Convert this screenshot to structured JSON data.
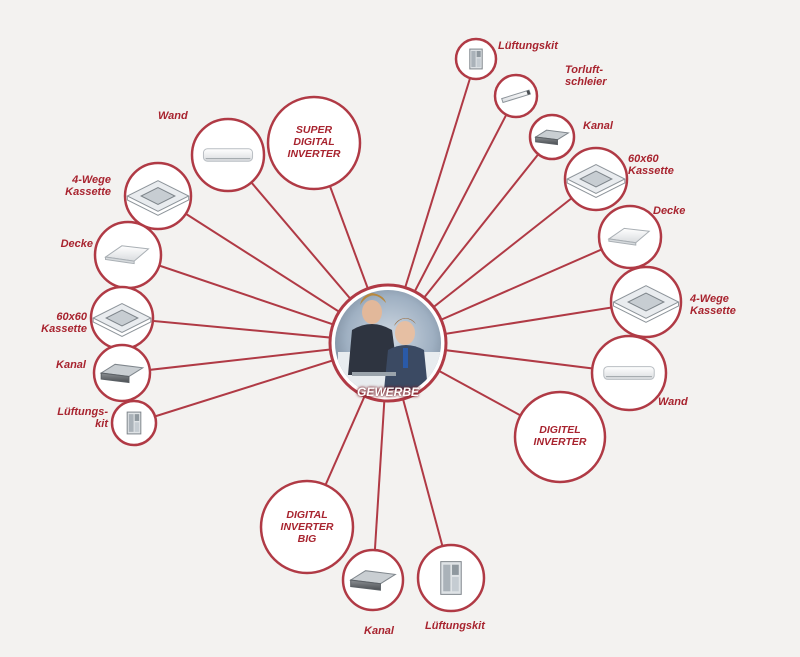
{
  "center": {
    "label": "GEWERBE"
  },
  "categories": [
    {
      "id": "super",
      "label": "SUPER\nDIGITAL\nINVERTER"
    },
    {
      "id": "digitel",
      "label": "DIGITEL\nINVERTER"
    },
    {
      "id": "big",
      "label": "DIGITAL\nINVERTER\nBIG"
    }
  ],
  "products": [
    {
      "id": "wand-l",
      "label": "Wand",
      "icon": "wall-unit-icon"
    },
    {
      "id": "kassette4-l",
      "label": "4-Wege\nKassette",
      "icon": "cassette-icon"
    },
    {
      "id": "decke-l",
      "label": "Decke",
      "icon": "ceiling-unit-icon"
    },
    {
      "id": "k6060-l",
      "label": "60x60\nKassette",
      "icon": "cassette-icon"
    },
    {
      "id": "kanal-l",
      "label": "Kanal",
      "icon": "duct-unit-icon"
    },
    {
      "id": "lueft-l",
      "label": "Lüftungs-\nkit",
      "icon": "ventilation-kit-icon"
    },
    {
      "id": "lueft-t",
      "label": "Lüftungskit",
      "icon": "ventilation-kit-icon"
    },
    {
      "id": "torluft",
      "label": "Torluft-\nschleier",
      "icon": "air-curtain-icon"
    },
    {
      "id": "kanal-r",
      "label": "Kanal",
      "icon": "duct-unit-icon"
    },
    {
      "id": "k6060-r",
      "label": "60x60\nKassette",
      "icon": "cassette-icon"
    },
    {
      "id": "decke-r",
      "label": "Decke",
      "icon": "ceiling-unit-icon"
    },
    {
      "id": "kassette4-r",
      "label": "4-Wege\nKassette",
      "icon": "cassette-icon"
    },
    {
      "id": "wand-r",
      "label": "Wand",
      "icon": "wall-unit-icon"
    },
    {
      "id": "kanal-b",
      "label": "Kanal",
      "icon": "duct-unit-icon"
    },
    {
      "id": "lueft-b",
      "label": "Lüftungskit",
      "icon": "ventilation-kit-icon"
    }
  ],
  "colors": {
    "accent": "#a8242f",
    "line": "#b03a45",
    "circle_fill": "#ffffff",
    "background": "#f3f2f0"
  }
}
